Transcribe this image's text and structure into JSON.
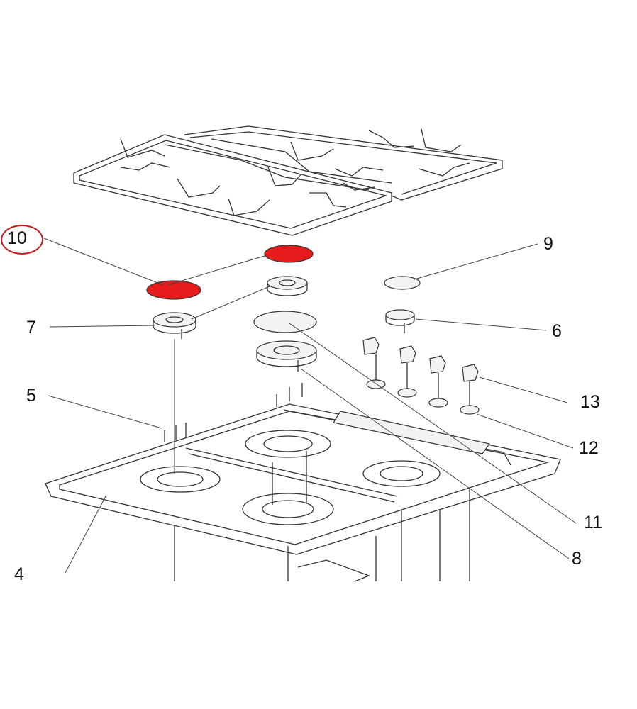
{
  "labels": {
    "l10": "10",
    "l9": "9",
    "l7": "7",
    "l6": "6",
    "l5": "5",
    "l13": "13",
    "l12": "12",
    "l11": "11",
    "l8": "8",
    "l4": "4"
  },
  "highlight": {
    "part": "10",
    "color": "#e61b1b",
    "ring_color": "#c8191c"
  }
}
